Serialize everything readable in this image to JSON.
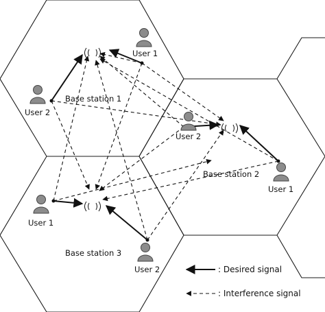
{
  "base_stations": [
    {
      "id": "bs1",
      "label": "Base station 1"
    },
    {
      "id": "bs2",
      "label": "Base station 2"
    },
    {
      "id": "bs3",
      "label": "Base station 3"
    }
  ],
  "users": [
    {
      "id": "c1u1",
      "label": "User 1"
    },
    {
      "id": "c1u2",
      "label": "User 2"
    },
    {
      "id": "c2u1",
      "label": "User 1"
    },
    {
      "id": "c2u2",
      "label": "User 2"
    },
    {
      "id": "c3u1",
      "label": "User 1"
    },
    {
      "id": "c3u2",
      "label": "User 2"
    }
  ],
  "legend": {
    "desired": ": Desired signal",
    "interference": ": Interference signal"
  }
}
